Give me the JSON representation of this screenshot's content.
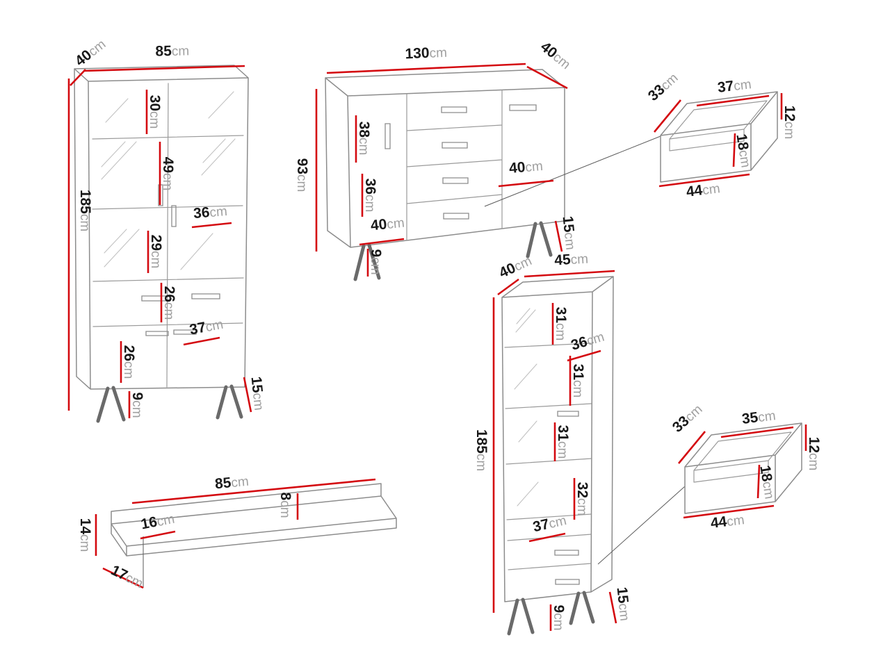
{
  "unit": "cm",
  "figure": {
    "display_cabinet": {
      "depth": "40",
      "width": "85",
      "height": "185",
      "top_section": "30",
      "glass_section": "49",
      "door_inner_width": "36",
      "middle_section": "29",
      "drawer_height": "26",
      "bottom_door_width": "37",
      "bottom_section": "26",
      "leg_height": "9",
      "leg_height_side": "15"
    },
    "sideboard": {
      "width": "130",
      "depth": "40",
      "height": "93",
      "door_upper": "38",
      "door_lower": "36",
      "door_width": "40",
      "drawer_width": "40",
      "leg_height": "9",
      "leg_height_side": "15"
    },
    "drawer_top": {
      "depth": "33",
      "top_width": "37",
      "back_height": "12",
      "front_height": "18",
      "front_width": "44"
    },
    "narrow_cabinet": {
      "depth": "40",
      "width": "45",
      "height": "185",
      "shelf_1": "31",
      "shelf_width": "36",
      "shelf_2": "31",
      "shelf_3": "31",
      "shelf_4": "32",
      "door_width": "37",
      "leg_height": "9",
      "leg_height_side": "15"
    },
    "drawer_bottom": {
      "depth": "33",
      "top_width": "35",
      "back_height": "12",
      "front_height": "18",
      "front_width": "44"
    },
    "wall_shelf": {
      "width": "85",
      "height": "14",
      "inner_width": "16",
      "board_thickness": "8",
      "depth": "17"
    }
  }
}
